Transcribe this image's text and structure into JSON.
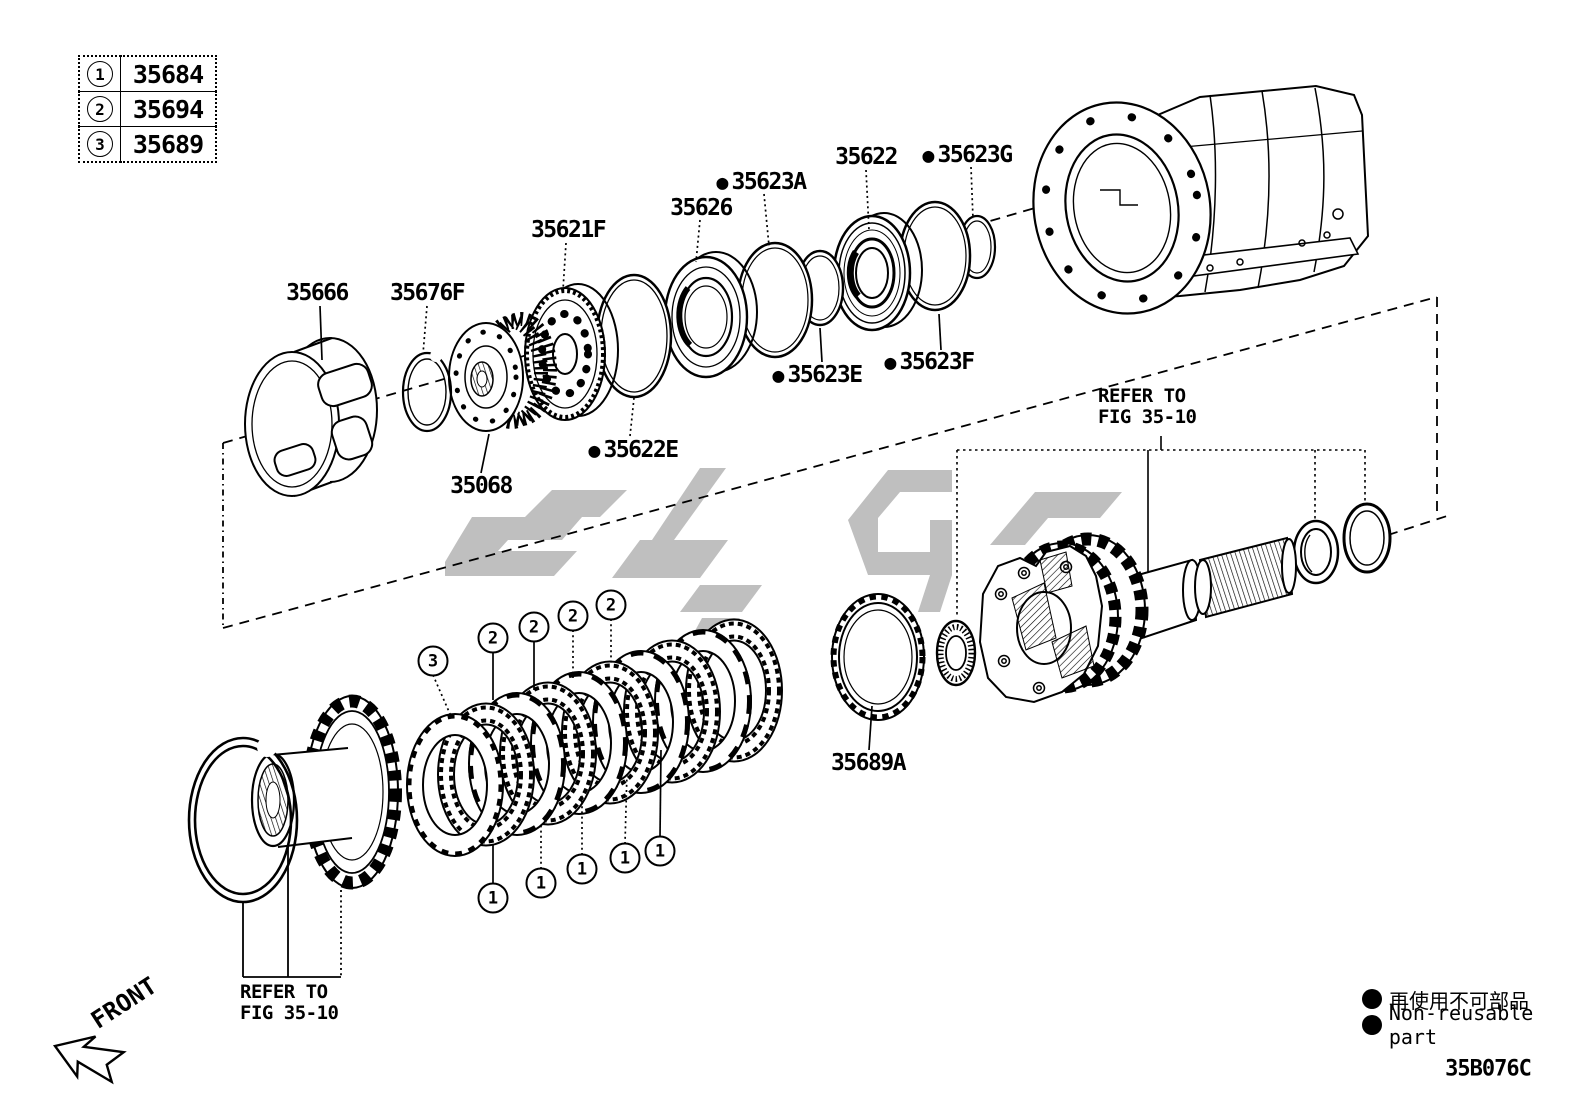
{
  "legend_table": {
    "rows": [
      {
        "num": "1",
        "code": "35684"
      },
      {
        "num": "2",
        "code": "35694"
      },
      {
        "num": "3",
        "code": "35689"
      }
    ]
  },
  "part_labels": {
    "p35666": {
      "text": "35666",
      "non_reusable": false
    },
    "p35676F": {
      "text": "35676F",
      "non_reusable": false
    },
    "p35068": {
      "text": "35068",
      "non_reusable": false
    },
    "p35621F": {
      "text": "35621F",
      "non_reusable": false
    },
    "p35626": {
      "text": "35626",
      "non_reusable": false
    },
    "p35623A": {
      "text": "35623A",
      "non_reusable": true
    },
    "p35622": {
      "text": "35622",
      "non_reusable": false
    },
    "p35623G": {
      "text": "35623G",
      "non_reusable": true
    },
    "p35622E": {
      "text": "35622E",
      "non_reusable": true
    },
    "p35623E": {
      "text": "35623E",
      "non_reusable": true
    },
    "p35623F": {
      "text": "35623F",
      "non_reusable": true
    },
    "p35689A": {
      "text": "35689A",
      "non_reusable": false
    }
  },
  "refer_notes": {
    "right": {
      "line1": "REFER TO",
      "line2": "FIG 35-10"
    },
    "bottom_left": {
      "line1": "REFER TO",
      "line2": "FIG 35-10"
    }
  },
  "callouts": {
    "flange": "3",
    "steel": [
      "2",
      "2",
      "2",
      "2"
    ],
    "friction": [
      "1",
      "1",
      "1",
      "1",
      "1"
    ]
  },
  "direction_label": "FRONT",
  "legend_footer": {
    "jp": "再使用不可部品",
    "en": "Non-reusable part"
  },
  "drawing_code": "35B076C",
  "icons": {
    "non_reusable_bullet": "●"
  }
}
